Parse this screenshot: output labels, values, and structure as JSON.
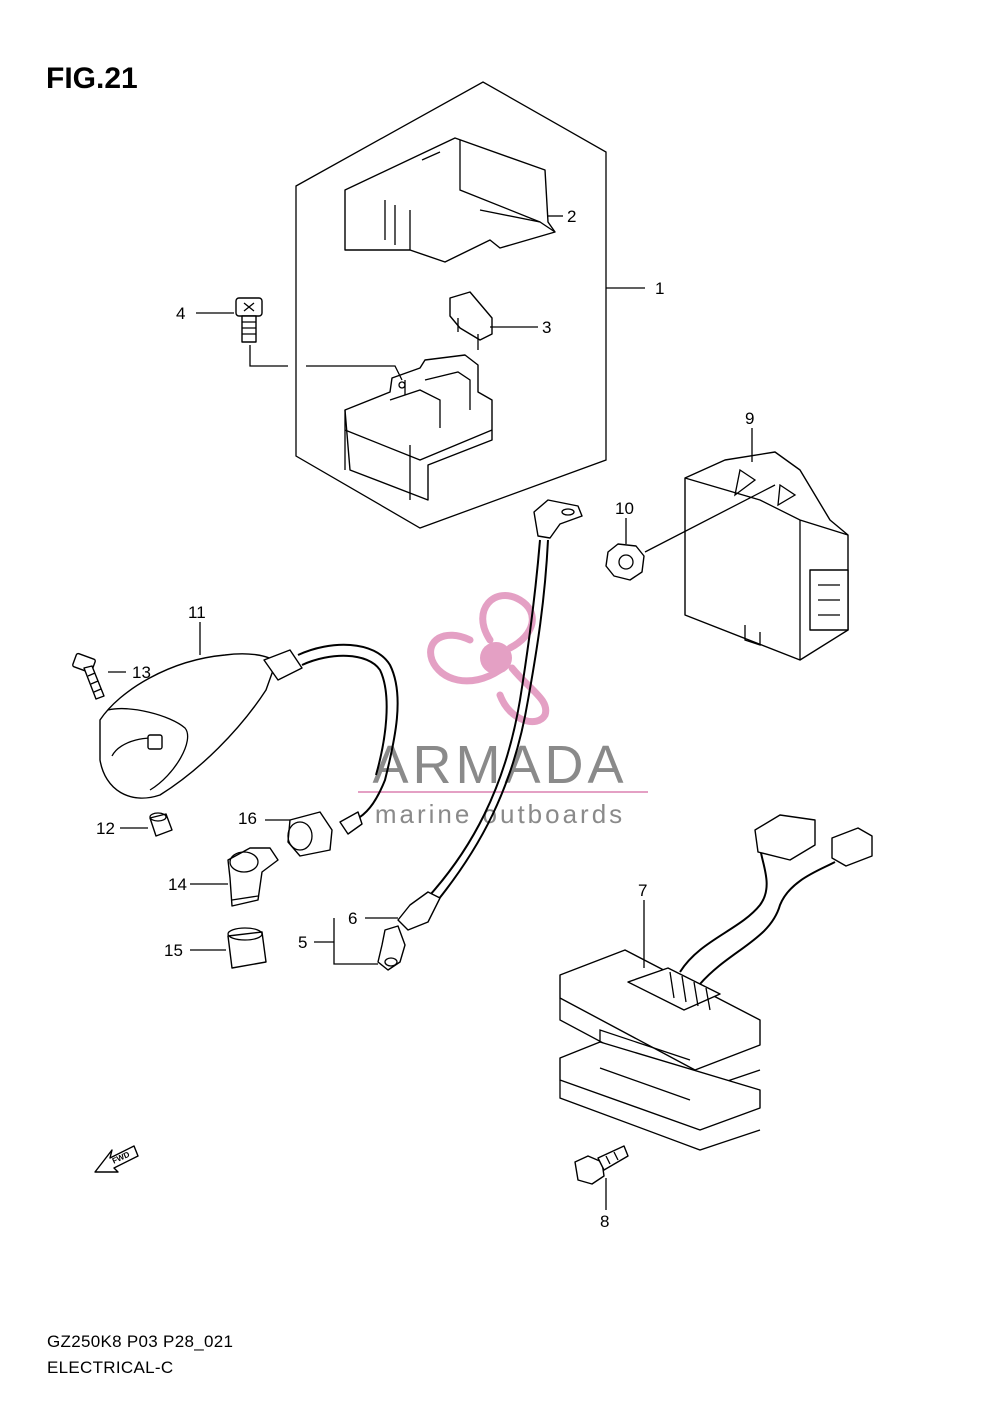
{
  "figure": {
    "title": "FIG.21",
    "code": "GZ250K8 P03 P28_021",
    "subtitle": "ELECTRICAL-C"
  },
  "watermark": {
    "brand": "ARMADA",
    "tagline": "marine outboards",
    "brand_color": "#8a8a8a",
    "logo_color": "#e4a0c4"
  },
  "fwd_badge": "FWD",
  "callouts": [
    {
      "id": "1",
      "label": "1"
    },
    {
      "id": "2",
      "label": "2"
    },
    {
      "id": "3",
      "label": "3"
    },
    {
      "id": "4",
      "label": "4"
    },
    {
      "id": "5",
      "label": "5"
    },
    {
      "id": "6",
      "label": "6"
    },
    {
      "id": "7",
      "label": "7"
    },
    {
      "id": "8",
      "label": "8"
    },
    {
      "id": "9",
      "label": "9"
    },
    {
      "id": "10",
      "label": "10"
    },
    {
      "id": "11",
      "label": "11"
    },
    {
      "id": "12",
      "label": "12"
    },
    {
      "id": "13",
      "label": "13"
    },
    {
      "id": "14",
      "label": "14"
    },
    {
      "id": "15",
      "label": "15"
    },
    {
      "id": "16",
      "label": "16"
    }
  ]
}
